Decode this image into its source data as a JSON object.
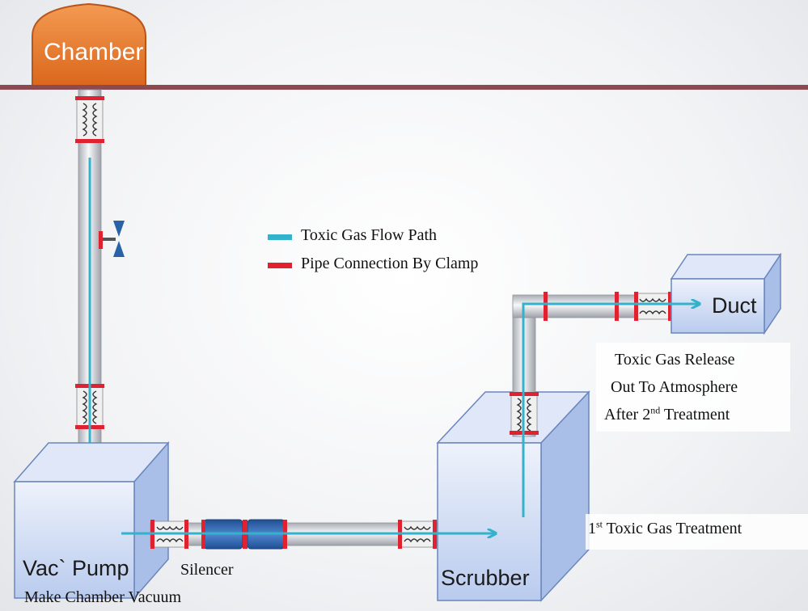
{
  "chamber": {
    "label": "Chamber",
    "color": "#e8731f"
  },
  "legend": {
    "items": [
      {
        "label": "Toxic Gas Flow Path",
        "color": "#33b2cc"
      },
      {
        "label": "Pipe Connection By Clamp",
        "color": "#e02230"
      }
    ]
  },
  "boxes": {
    "vac_pump": "Vac` Pump",
    "scrubber": "Scrubber",
    "duct": "Duct"
  },
  "labels": {
    "silencer": "Silencer",
    "make_vacuum": "Make Chamber Vacuum",
    "treatment1_sup": "st",
    "treatment1_num": "1",
    "treatment1_text": " Toxic Gas Treatment",
    "release_line1": "Toxic Gas Release",
    "release_line2": "Out To Atmosphere",
    "release_line3_a": "After 2",
    "release_line3_sup": "nd",
    "release_line3_b": " Treatment"
  },
  "colors": {
    "ceiling": "#8c4a50",
    "box_fill": "#c7d6f3",
    "pipe": "#d8dadf",
    "clamp": "#e02230",
    "flow": "#33b2cc",
    "silencer": "#2e5fa6",
    "valve": "#2a62a8"
  }
}
